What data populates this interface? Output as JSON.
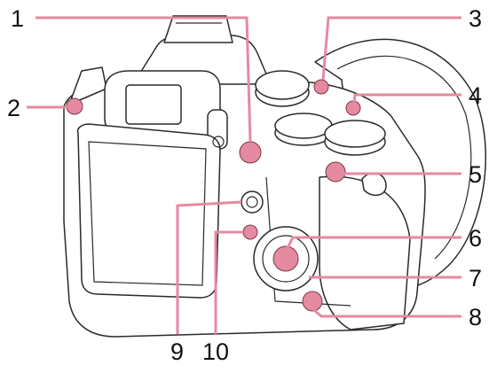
{
  "callouts": [
    {
      "id": "1",
      "label": "1"
    },
    {
      "id": "2",
      "label": "2"
    },
    {
      "id": "3",
      "label": "3"
    },
    {
      "id": "4",
      "label": "4"
    },
    {
      "id": "5",
      "label": "5"
    },
    {
      "id": "6",
      "label": "6"
    },
    {
      "id": "7",
      "label": "7"
    },
    {
      "id": "8",
      "label": "8"
    },
    {
      "id": "9",
      "label": "9"
    },
    {
      "id": "10",
      "label": "10"
    }
  ],
  "colors": {
    "highlight": "#e58aa0",
    "outline": "#2a2a2a",
    "label": "#111111"
  }
}
